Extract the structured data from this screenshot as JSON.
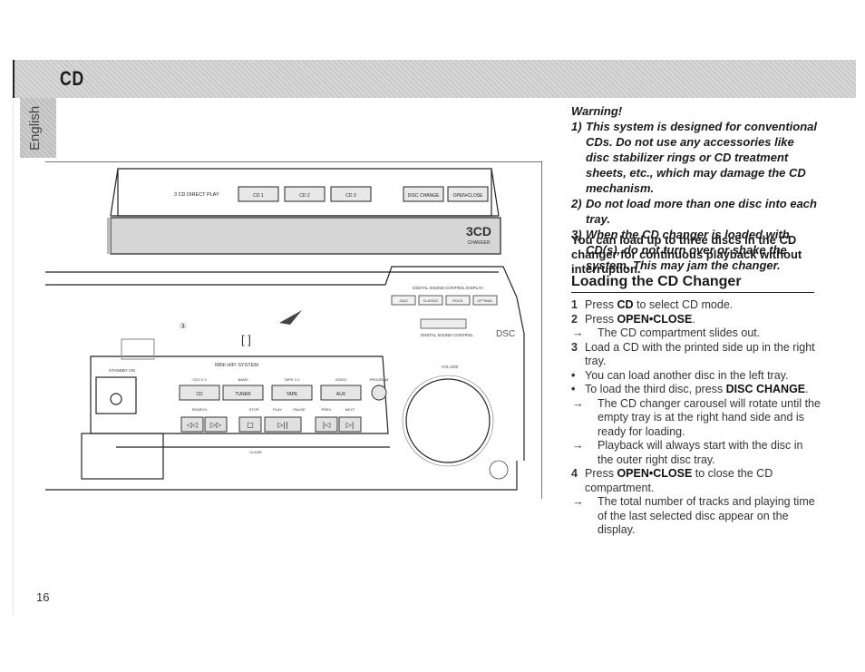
{
  "header": {
    "title": "CD"
  },
  "language_tab": {
    "label": "English"
  },
  "page": {
    "number": "16"
  },
  "device": {
    "direct_play_label": "3 CD DIRECT PLAY",
    "cd_buttons": [
      "CD 1",
      "CD 2",
      "CD 3"
    ],
    "changer_buttons": [
      "DISC CHANGE",
      "OPEN•CLOSE"
    ],
    "changer_badge": "3CD",
    "changer_sub": "CHANGER",
    "dsc_display": "DIGITAL SOUND CONTROL DISPLAY",
    "dsc_modes": [
      "JAZZ",
      "CLASSIC",
      "ROCK",
      "OPTIMAL"
    ],
    "dsc_label": "DSC",
    "dsc_control": "DIGITAL SOUND CONTROL",
    "system_label": "MINI HIFI SYSTEM",
    "standby": "STANDBY ON",
    "source_labels": [
      "CD1·2·3",
      "BAND",
      "TAPE 1·2",
      "VIDEO",
      "PROGRAM"
    ],
    "source_buttons": [
      "CD",
      "TUNER",
      "TAPE",
      "",
      "AUX"
    ],
    "transport_labels": [
      "SEARCH",
      "STOP",
      "PLAY",
      "PAUSE",
      "PREV",
      "NEXT"
    ],
    "clear_label": "CLEAR",
    "volume_label": "VOLUME"
  },
  "warning": {
    "title": "Warning!",
    "items": [
      {
        "num": "1)",
        "text": "This system is designed for conventional CDs. Do not use any accessories like disc stabilizer rings or CD treatment sheets, etc., which may damage the CD mechanism."
      },
      {
        "num": "2)",
        "text": "Do not load more than one disc into each tray."
      },
      {
        "num": "3)",
        "text": "When the CD changer is loaded with CD(s), do not turn over or shake the system. This may jam the changer."
      }
    ]
  },
  "intro": "You can load up to three discs in the CD changer for continuous playback without interruption.",
  "section": {
    "title": "Loading the CD Changer",
    "steps": {
      "s1_num": "1",
      "s1_a": "Press ",
      "s1_kw": "CD",
      "s1_b": " to select CD mode.",
      "s2_num": "2",
      "s2_a": "Press ",
      "s2_kw": "OPEN•CLOSE",
      "s2_b": ".",
      "s2_sub": "The CD compartment slides out.",
      "s3_num": "3",
      "s3_text": "Load a CD with the printed side up in the right tray.",
      "b1": "You can load another disc in the left tray.",
      "b2_a": "To load the third disc, press ",
      "b2_kw": "DISC CHANGE",
      "b2_b": ".",
      "b2_sub1": "The CD changer carousel will rotate until the empty tray is at the right hand side and is ready for loading.",
      "b2_sub2": "Playback will always start with the disc in the outer right disc tray.",
      "s4_num": "4",
      "s4_a": "Press ",
      "s4_kw": "OPEN•CLOSE",
      "s4_b": " to close the CD compartment.",
      "s4_sub": "The total number of tracks and playing time of the last selected disc appear on the display."
    }
  }
}
